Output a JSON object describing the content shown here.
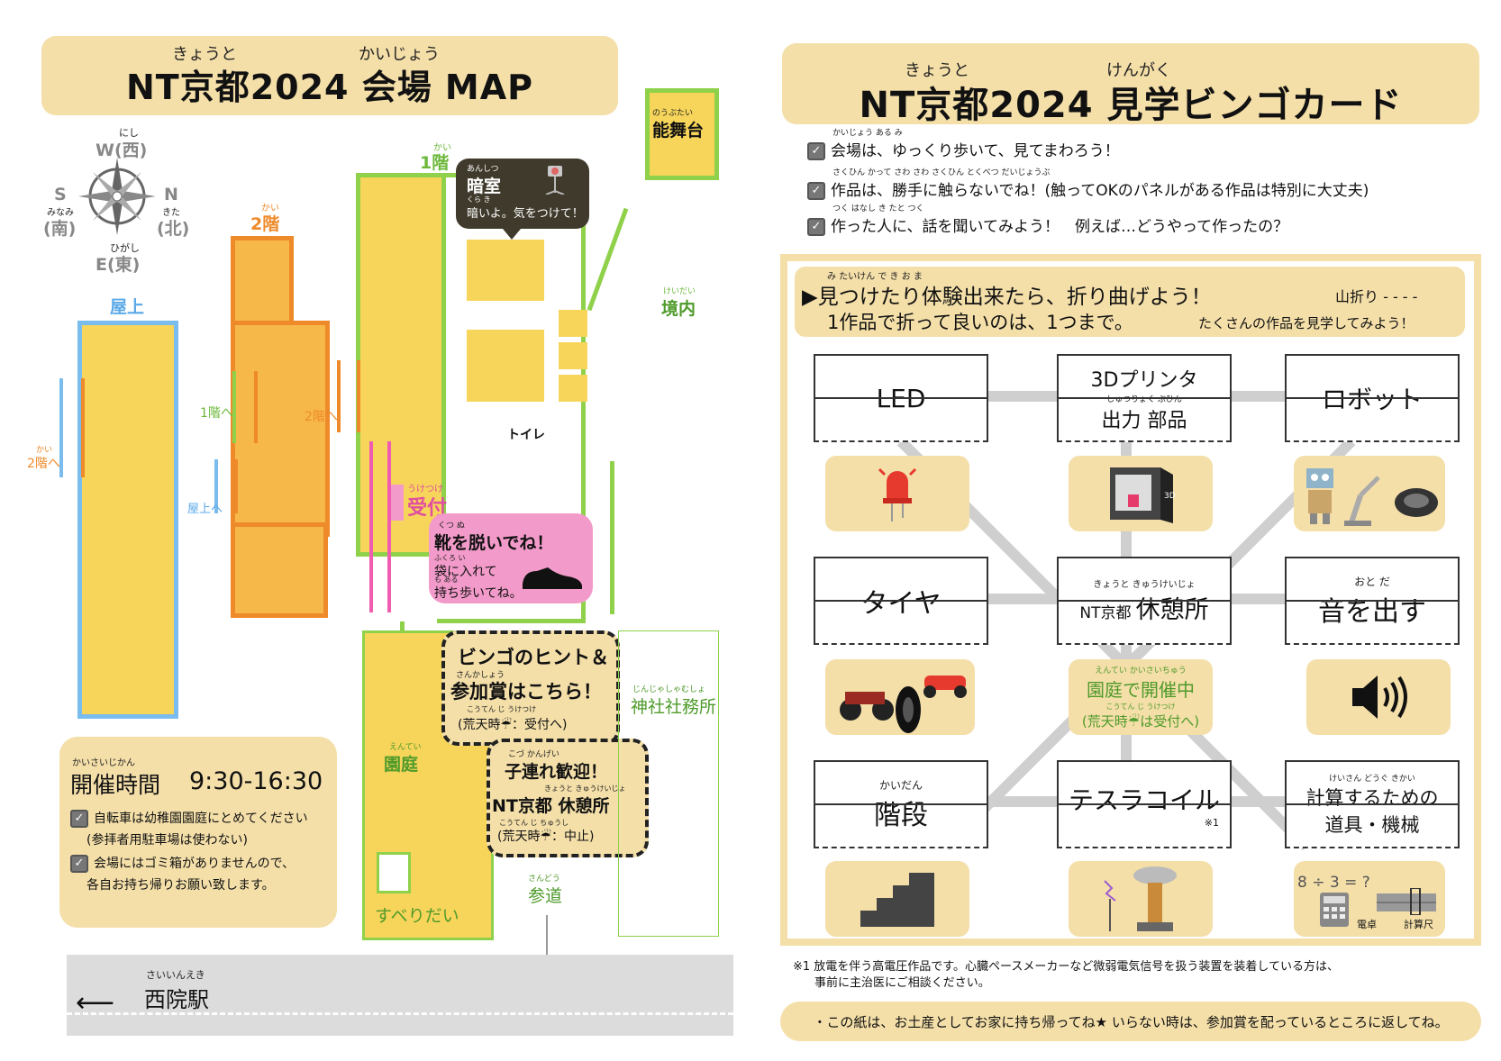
{
  "map": {
    "title": "NT京都2024 会場 MAP",
    "title_ruby_kyoto": "きょうと",
    "title_ruby_kaijo": "かいじょう",
    "compass": {
      "west": "W(西)",
      "west_ruby": "にし",
      "south": "S",
      "south_kanji": "(南)",
      "south_ruby": "みなみ",
      "north": "N",
      "north_kanji": "(北)",
      "north_ruby": "きた",
      "east": "E(東)",
      "east_ruby": "ひがし"
    },
    "rooftop": "屋上",
    "floor2": "2階",
    "floor2_ruby": "かい",
    "floor1": "1階",
    "floor1_ruby": "かい",
    "to_2f_left": "2階へ",
    "to_1f": "1階へ",
    "to_rooftop": "屋上へ",
    "to_2f_right": "2階へ",
    "darkroom": {
      "title": "暗室",
      "title_ruby": "あんしつ",
      "body": "暗いよ。気をつけて！",
      "ruby": "くら き"
    },
    "noh_stage": "能舞台",
    "noh_ruby": "のうぶたい",
    "precinct": "境内",
    "precinct_ruby": "けいだい",
    "toilet": "トイレ",
    "reception": "受付",
    "reception_ruby": "うけつけ",
    "shoes": {
      "line1": "靴を脱いでね！",
      "line1_ruby": "くつ ぬ",
      "line2": "袋に入れて",
      "line2_ruby": "ふくろ い",
      "line3": "持ち歩いてね。",
      "line3_ruby": "も ある"
    },
    "hint": {
      "line1": "ビンゴのヒント＆",
      "line2": "参加賞はこちら！",
      "line2_ruby": "さんかしょう",
      "line3": "(荒天時☔：受付へ)",
      "line3_ruby": "こうてん じ うけつけ"
    },
    "garden": "園庭",
    "garden_ruby": "えんてい",
    "kids": {
      "line1": "子連れ歓迎！",
      "line1_ruby": "こづ かんげい",
      "line2": "NT京都 休憩所",
      "line2_ruby": "きょうと きゅうけいじょ",
      "line3": "(荒天時☔：中止)",
      "line3_ruby": "こうてん じ ちゅうし"
    },
    "shrine_office": "神社社務所",
    "shrine_ruby": "じんじゃしゃむしょ",
    "slide": "すべりだい",
    "approach": "参道",
    "approach_ruby": "さんどう",
    "station": "西院駅",
    "station_ruby": "さいいんえき",
    "hours": {
      "label": "開催時間",
      "label_ruby": "かいさいじかん",
      "time": "9:30-16:30",
      "note1a": "自転車は幼稚園園庭にとめてください",
      "note1b": "(参拝者用駐車場は使わない)",
      "note2a": "会場にはゴミ箱がありませんので、",
      "note2b": "各自お持ち帰りお願い致します。"
    }
  },
  "bingo": {
    "title": "NT京都2024 見学ビンゴカード",
    "title_ruby_kyoto": "きょうと",
    "title_ruby_kengaku": "けんがく",
    "rules": [
      {
        "text": "会場は、ゆっくり歩いて、見てまわろう！",
        "ruby": "かいじょう ある み"
      },
      {
        "text": "作品は、勝手に触らないでね！(触ってOKのパネルがある作品は特別に大丈夫)",
        "ruby": "さくひん かって さわ さわ さくひん とくべつ だいじょうぶ"
      },
      {
        "text": "作った人に、話を聞いてみよう！　例えば…どうやって作ったの？",
        "ruby": "つく はなし き たと つく"
      }
    ],
    "instruction1": "▶見つけたり体験出来たら、折り曲げよう！",
    "instruction1_ruby": "み たいけん で き お ま",
    "mountain_fold": "山折り - - - -",
    "instruction2": "1作品で折って良いのは、1つまで。",
    "instruction2_small": "たくさんの作品を見学してみよう！",
    "cells": [
      {
        "label": "LED",
        "ruby": ""
      },
      {
        "label": "3Dプリンタ",
        "sub": "出力 部品",
        "ruby": "しゅつりょく ぶひん"
      },
      {
        "label": "ロボット",
        "ruby": ""
      },
      {
        "label": "タイヤ",
        "ruby": ""
      },
      {
        "label": "休憩所",
        "pre": "NT京都",
        "ruby": "きょうと きゅうけいじょ"
      },
      {
        "label": "音を出す",
        "ruby": "おと だ"
      },
      {
        "label": "階段",
        "ruby": "かいだん"
      },
      {
        "label": "テスラコイル",
        "note": "※1",
        "ruby": ""
      },
      {
        "label": "計算するための",
        "sub": "道具・機械",
        "ruby": "けいさん どうぐ きかい"
      }
    ],
    "center_note1": "園庭で開催中",
    "center_note1_ruby": "えんてい かいさいちゅう",
    "center_note2": "(荒天時☔は受付へ)",
    "center_note2_ruby": "こうてん じ うけつけ",
    "calc_eq": "8 ÷ 3 = ?",
    "calc_denkaku": "電卓",
    "calc_keisanjaku": "計算尺",
    "footnote1": "※1 放電を伴う高電圧作品です。心臓ペースメーカーなど微弱電気信号を扱う装置を装着している方は、",
    "footnote2": "事前に主治医にご相談ください。",
    "bottom": "・この紙は、お土産としてお家に持ち帰ってね★ いらない時は、参加賞を配っているところに返してね。"
  },
  "colors": {
    "banner": "#f4dfa9",
    "yellow": "#f7d55a",
    "orange": "#f7b84a",
    "green": "#8fd14a",
    "pink": "#f29ac9"
  },
  "icons": [
    "compass-icon",
    "camera-icon",
    "shoe-icon",
    "led-icon",
    "printer-icon",
    "robot-icon",
    "tire-icon",
    "speaker-icon",
    "stairs-icon",
    "tesla-coil-icon",
    "calculator-icon"
  ]
}
